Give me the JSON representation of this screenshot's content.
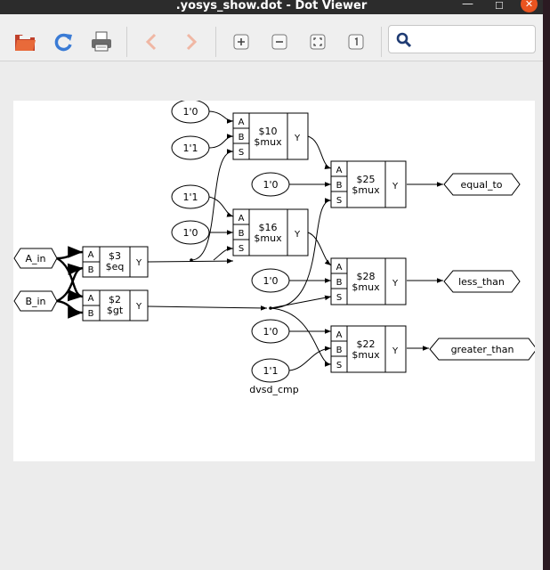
{
  "window": {
    "title": ".yosys_show.dot - Dot Viewer",
    "minimize_glyph": "—",
    "maximize_glyph": "☐",
    "close_glyph": "✕"
  },
  "toolbar": {
    "icons": [
      "open-icon",
      "refresh-icon",
      "print-icon",
      "back-icon",
      "forward-icon",
      "zoom-in-icon",
      "zoom-out-icon",
      "zoom-fit-icon",
      "zoom-100-icon",
      "search-icon"
    ],
    "search_value": "",
    "search_placeholder": ""
  },
  "graph": {
    "title": "dvsd_cmp",
    "inputs": [
      "A_in",
      "B_in"
    ],
    "outputs": [
      "equal_to",
      "less_than",
      "greater_than"
    ],
    "constants": {
      "c1": "1'0",
      "c2": "1'1",
      "c3": "1'0",
      "c4": "1'1",
      "c5": "1'0",
      "c6": "1'0",
      "c7": "1'0",
      "c8": "1'1"
    },
    "cells": {
      "mux10": {
        "id": "$10",
        "type": "$mux"
      },
      "mux16": {
        "id": "$16",
        "type": "$mux"
      },
      "mux25": {
        "id": "$25",
        "type": "$mux"
      },
      "mux28": {
        "id": "$28",
        "type": "$mux"
      },
      "mux22": {
        "id": "$22",
        "type": "$mux"
      },
      "eq3": {
        "id": "$3",
        "type": "$eq"
      },
      "gt2": {
        "id": "$2",
        "type": "$gt"
      }
    },
    "ports": {
      "a": "A",
      "b": "B",
      "s": "S",
      "y": "Y"
    }
  }
}
